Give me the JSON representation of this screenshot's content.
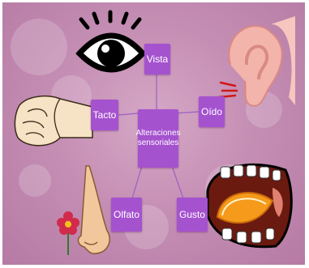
{
  "diagram": {
    "center": {
      "line1": "Alteraciones",
      "line2": "sensoriales"
    },
    "nodes": {
      "vista": "Vista",
      "oido": "Oído",
      "tacto": "Tacto",
      "olfato": "Olfato",
      "gusto": "Gusto"
    }
  },
  "illustrations": {
    "eye": "eye-icon",
    "ear": "ear-icon",
    "hand": "hand-icon",
    "nose": "nose-icon",
    "mouth": "mouth-icon"
  },
  "colors": {
    "node_fill": "#a552cf",
    "background": "#c58fb4"
  }
}
